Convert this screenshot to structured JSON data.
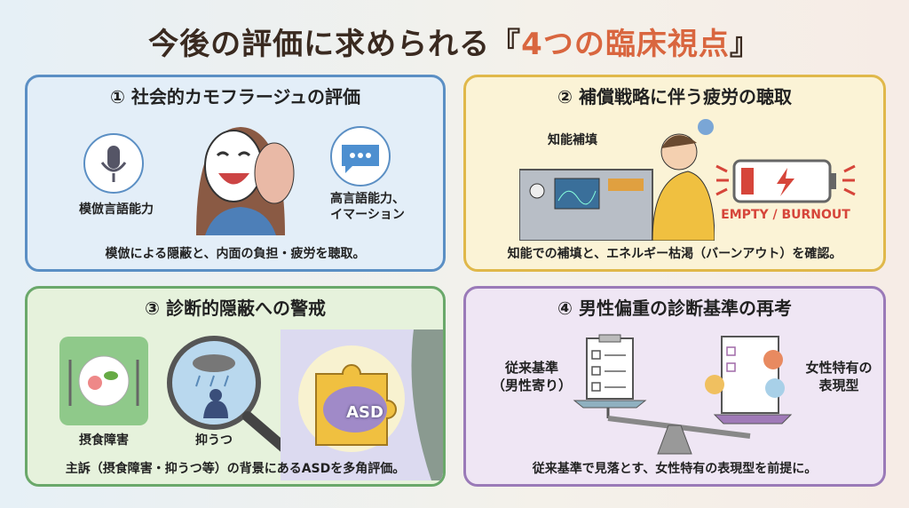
{
  "title": {
    "main": "今後の評価に求められる『",
    "highlight": "4つの臨床視点",
    "end": "』"
  },
  "panels": [
    {
      "heading": "① 社会的カモフラージュの評価",
      "labels": [
        "模倣言語能力",
        "高言語能力、",
        "イマーション"
      ],
      "footer": "模倣による隠蔽と、内面の負担・疲労を聴取。"
    },
    {
      "heading": "② 補償戦略に伴う疲労の聴取",
      "labels": [
        "知能補填",
        "EMPTY / BURNOUT"
      ],
      "footer": "知能での補填と、エネルギー枯渇（バーンアウト）を確認。"
    },
    {
      "heading": "③ 診断的隠蔽への警戒",
      "labels": [
        "摂食障害",
        "抑うつ",
        "ASD"
      ],
      "footer": "主訴（摂食障害・抑うつ等）の背景にあるASDを多角評価。"
    },
    {
      "heading": "④ 男性偏重の診断基準の再考",
      "labels": [
        "従来基準",
        "（男性寄り）",
        "女性特有の",
        "表現型"
      ],
      "footer": "従来基準で見落とす、女性特有の表現型を前提に。"
    }
  ],
  "colors": {
    "accent": "#d9663f",
    "blue": "#5b8fc4",
    "gold": "#e0b84a",
    "green": "#6aa86a",
    "purple": "#9a7ab8",
    "burnout": "#d6453a"
  }
}
